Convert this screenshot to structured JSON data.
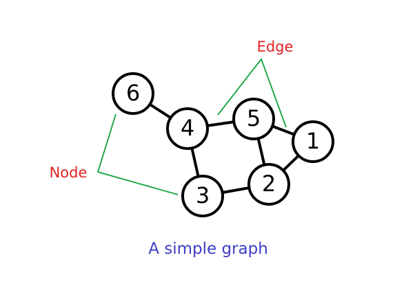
{
  "nodes": [
    {
      "id": "1",
      "label": "1"
    },
    {
      "id": "2",
      "label": "2"
    },
    {
      "id": "3",
      "label": "3"
    },
    {
      "id": "4",
      "label": "4"
    },
    {
      "id": "5",
      "label": "5"
    },
    {
      "id": "6",
      "label": "6"
    }
  ],
  "edges": [
    {
      "from": "6",
      "to": "4"
    },
    {
      "from": "4",
      "to": "5"
    },
    {
      "from": "4",
      "to": "3"
    },
    {
      "from": "5",
      "to": "1"
    },
    {
      "from": "5",
      "to": "2"
    },
    {
      "from": "1",
      "to": "2"
    },
    {
      "from": "3",
      "to": "2"
    }
  ],
  "annotations": {
    "edge_label": "Edge",
    "node_label": "Node",
    "annotation_color": "#e02020",
    "pointer_color": "#22a84a"
  },
  "caption": {
    "text": "A simple graph",
    "color": "#3d3dc8"
  }
}
